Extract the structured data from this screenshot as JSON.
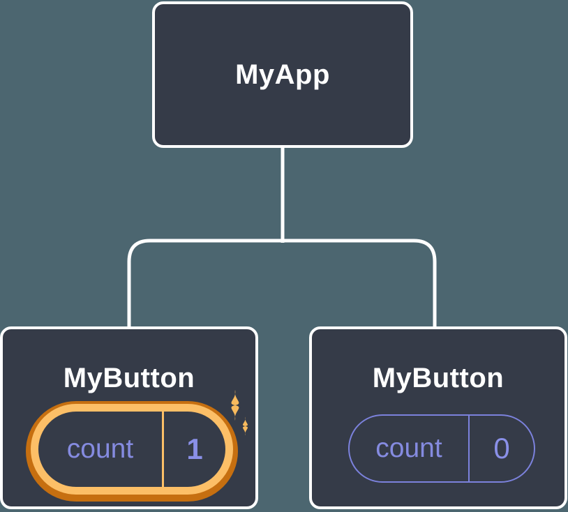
{
  "diagram": {
    "type": "component-tree",
    "root": {
      "label": "MyApp"
    },
    "children": [
      {
        "label": "MyButton",
        "state": {
          "name": "count",
          "value": "1"
        },
        "highlighted": true
      },
      {
        "label": "MyButton",
        "state": {
          "name": "count",
          "value": "0"
        },
        "highlighted": false
      }
    ]
  },
  "icons": {
    "sparkle": "sparkle-icon"
  },
  "colors": {
    "canvas_background": "#4c6670",
    "node_fill": "#353b48",
    "node_border": "#ffffff",
    "connector": "#ffffff",
    "highlight_ring_inner": "#fcbf67",
    "highlight_ring_outer": "#c66f10",
    "state_outline": "#7c82dd",
    "state_text": "#858be0",
    "sparkle": "#f8ba5d"
  }
}
